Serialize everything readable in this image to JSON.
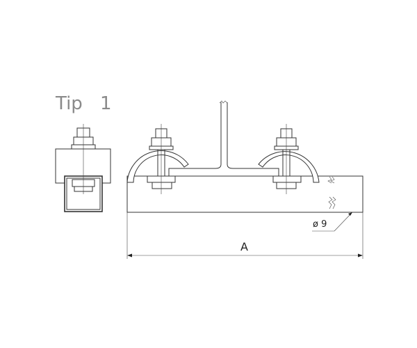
{
  "title": {
    "label": "Tip",
    "number": "1"
  },
  "dimensions": {
    "length_label": "A",
    "hole_label": "ø 9"
  }
}
